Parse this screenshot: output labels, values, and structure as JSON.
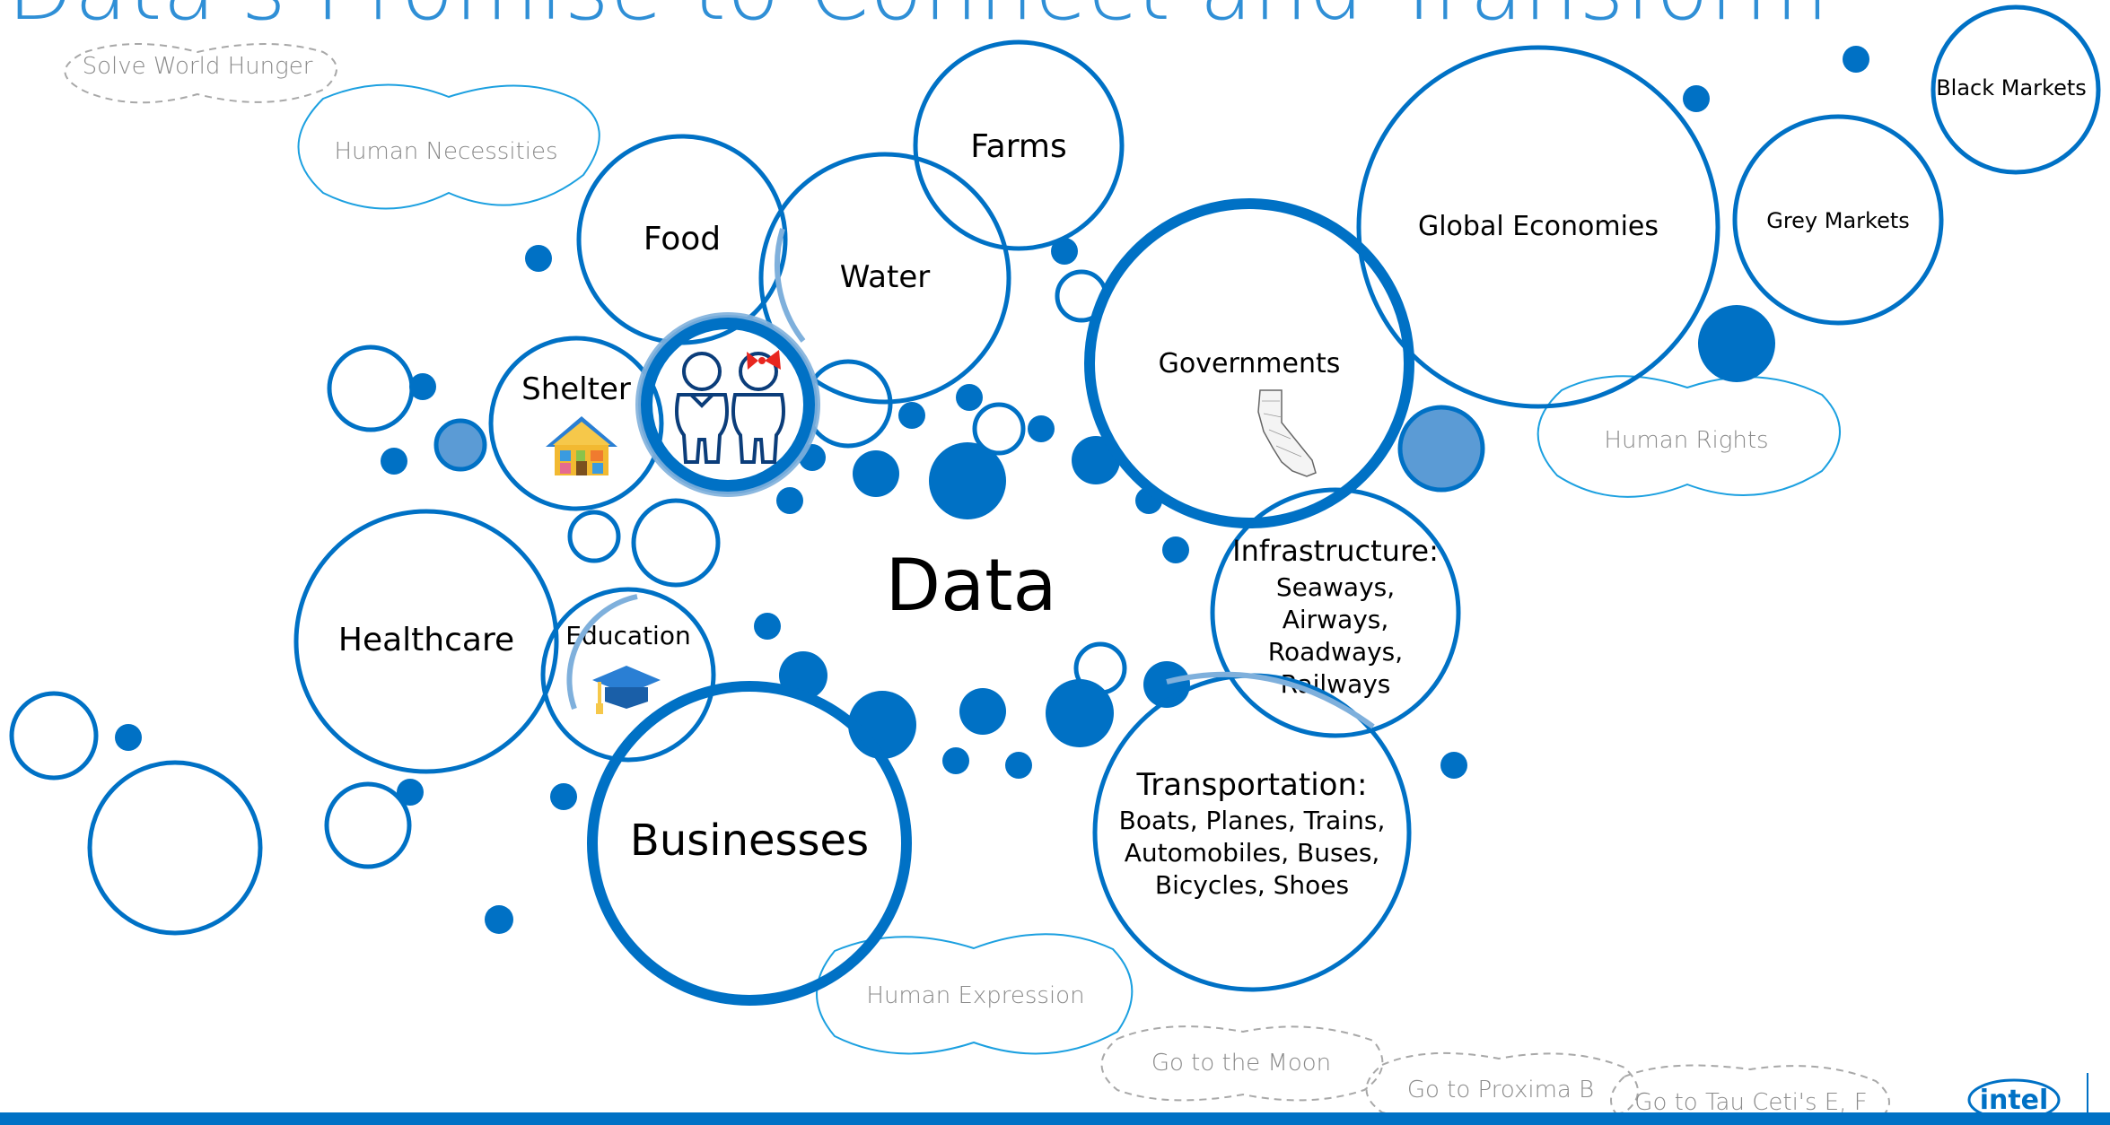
{
  "title": "Data's Promise to Connect and Transform",
  "center": "Data",
  "nodes": {
    "food": "Food",
    "water": "Water",
    "farms": "Farms",
    "shelter": "Shelter",
    "healthcare": "Healthcare",
    "education": "Education",
    "businesses": "Businesses",
    "governments": "Governments",
    "global_economies": "Global Economies",
    "grey_markets": "Grey Markets",
    "black_markets": "Black Markets",
    "infrastructure": {
      "heading": "Infrastructure:",
      "lines": [
        "Seaways,",
        "Airways,",
        "Roadways,",
        "Railways"
      ]
    },
    "transportation": {
      "heading": "Transportation:",
      "lines": [
        "Boats, Planes, Trains,",
        "Automobiles, Buses,",
        "Bicycles, Shoes"
      ]
    }
  },
  "clouds": {
    "solve_world_hunger": "Solve World Hunger",
    "human_necessities": "Human Necessities",
    "human_rights": "Human Rights",
    "human_expression": "Human Expression",
    "go_to_moon": "Go to the Moon",
    "go_to_proxima": "Go to Proxima B",
    "go_to_tau_ceti": "Go to Tau Ceti's E, F"
  },
  "brand": {
    "logo_text": "intel"
  },
  "colors": {
    "primary": "#0071c5",
    "light": "#5b9bd5",
    "faded": "#7fb0dc",
    "title": "#2f8fd6",
    "cloud_solid": "#1ca0e0",
    "cloud_dashed": "#a8a8a8",
    "bow": "#e8261f"
  },
  "icons": [
    "people-icon",
    "house-icon",
    "graduation-cap-icon",
    "california-map-icon",
    "intel-logo-icon"
  ]
}
